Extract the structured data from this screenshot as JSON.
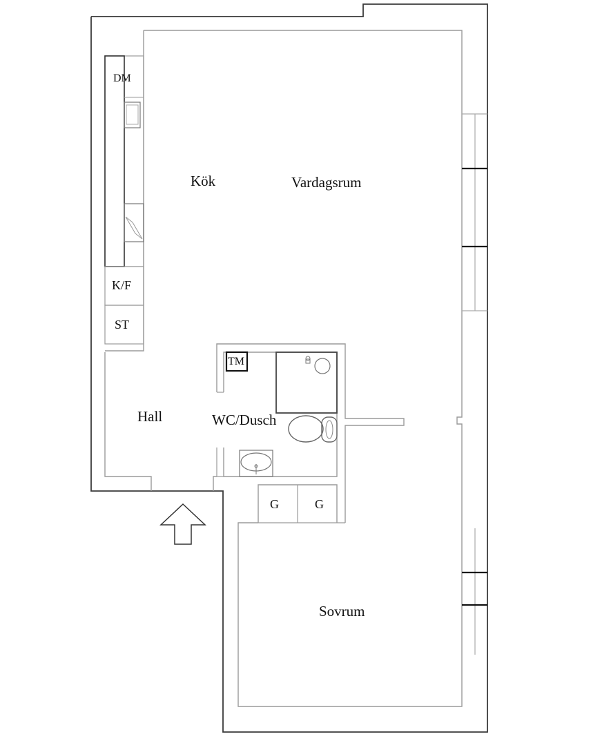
{
  "rooms": {
    "kitchen": "Kök",
    "living_room": "Vardagsrum",
    "hall": "Hall",
    "bathroom": "WC/Dusch",
    "bedroom": "Sovrum"
  },
  "fixtures": {
    "dishwasher": "DM",
    "fridge_freezer": "K/F",
    "closet": "ST",
    "washing_machine": "TM",
    "wardrobe_left": "G",
    "wardrobe_right": "G"
  },
  "colors": {
    "wall_outer": "#3a3a3a",
    "wall_inner": "#9a9a9a",
    "window_mark": "#111111"
  }
}
